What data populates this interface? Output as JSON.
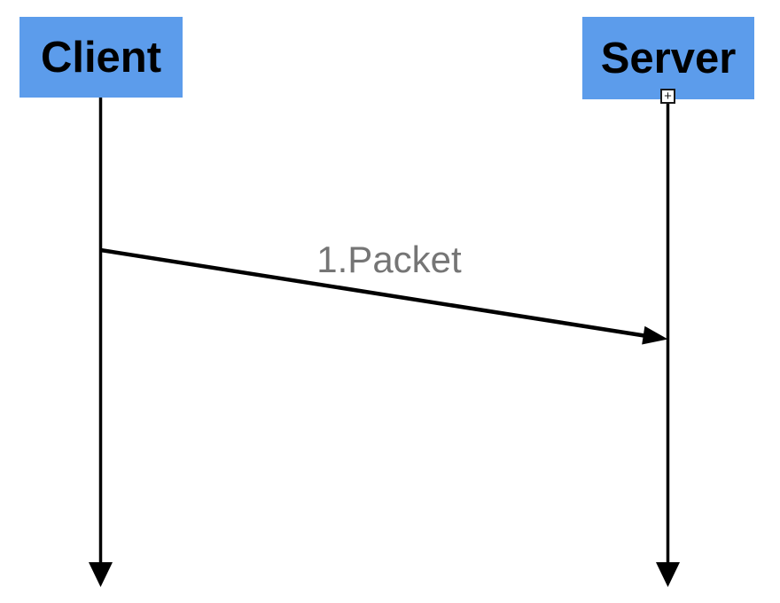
{
  "diagram": {
    "kind": "sequence-diagram",
    "actors": [
      {
        "label": "Client"
      },
      {
        "label": "Server"
      }
    ],
    "messages": [
      {
        "label": "1.Packet",
        "from": "Client",
        "to": "Server"
      }
    ],
    "icons": {
      "expand": "+"
    },
    "colors": {
      "actor_fill": "#5C9CEB",
      "actor_text": "#000000",
      "line": "#000000",
      "message_text": "#757575",
      "background": "#FFFFFF"
    }
  }
}
